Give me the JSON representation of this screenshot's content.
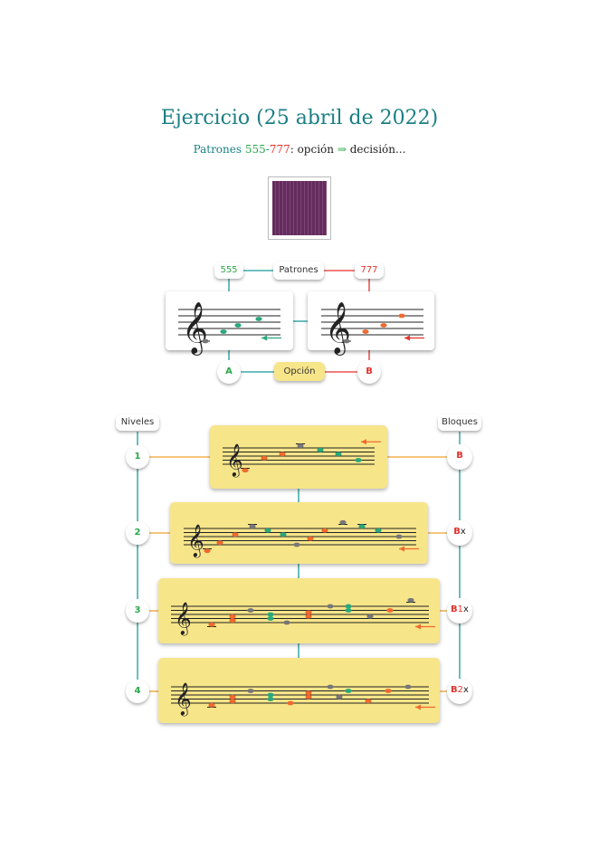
{
  "title": "Ejercicio (25 abril de 2022)",
  "subtitle": {
    "prefix": "Patrones ",
    "p555": "555",
    "dash": "-",
    "p777": "777",
    "colon": ": opción ",
    "arrow": "⇒",
    "suffix": " decisión..."
  },
  "top": {
    "left_label": "555",
    "center_label": "Patrones",
    "right_label": "777",
    "option_a": "A",
    "option_label": "Opción",
    "option_b": "B"
  },
  "levels": {
    "header": "Niveles",
    "items": [
      "1",
      "2",
      "3",
      "4"
    ]
  },
  "blocks": {
    "header": "Bloques",
    "items": [
      {
        "b": "B",
        "n": "",
        "x": ""
      },
      {
        "b": "B",
        "n": "",
        "x": "x"
      },
      {
        "b": "B",
        "n": "1",
        "x": "x"
      },
      {
        "b": "B",
        "n": "2",
        "x": "x"
      }
    ]
  },
  "colors": {
    "teal": "#1a9a9a",
    "orange": "#ef6a2e",
    "green": "#2aa87a",
    "red": "#e5322d",
    "yellow": "#f7e58a"
  }
}
